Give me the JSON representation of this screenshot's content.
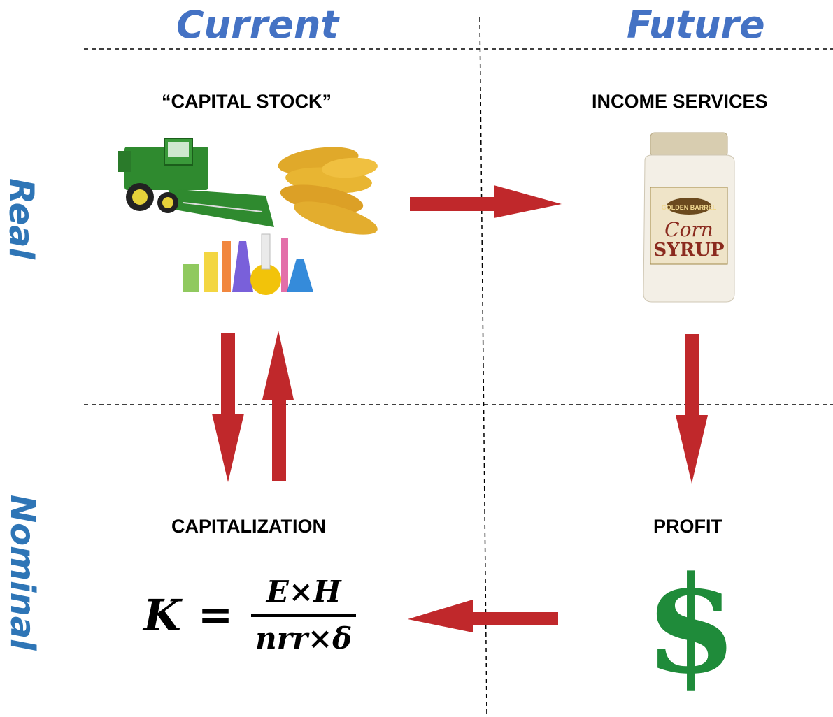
{
  "columns": {
    "current": "Current",
    "future": "Future"
  },
  "rows": {
    "real": "Real",
    "nominal": "Nominal"
  },
  "quadrants": {
    "capital_stock": "“CAPITAL STOCK”",
    "income_services": "INCOME SERVICES",
    "capitalization": "CAPITALIZATION",
    "profit": "PROFIT"
  },
  "formula": {
    "lhs": "K",
    "eq": "=",
    "numerator": "E×H",
    "denominator": "nrr×δ"
  },
  "jar_label": {
    "brand": "GOLDEN BARREL",
    "line1": "Corn",
    "line2": "SYRUP"
  },
  "profit_symbol": "$",
  "colors": {
    "heading": "#4472c4",
    "row_heading": "#2e75b6",
    "arrow": "#c0282b",
    "dollar": "#1f8b3a"
  },
  "icons": [
    "combine-harvester-icon",
    "corn-cobs-icon",
    "lab-flasks-icon",
    "corn-syrup-jar-icon",
    "dollar-sign-icon"
  ]
}
